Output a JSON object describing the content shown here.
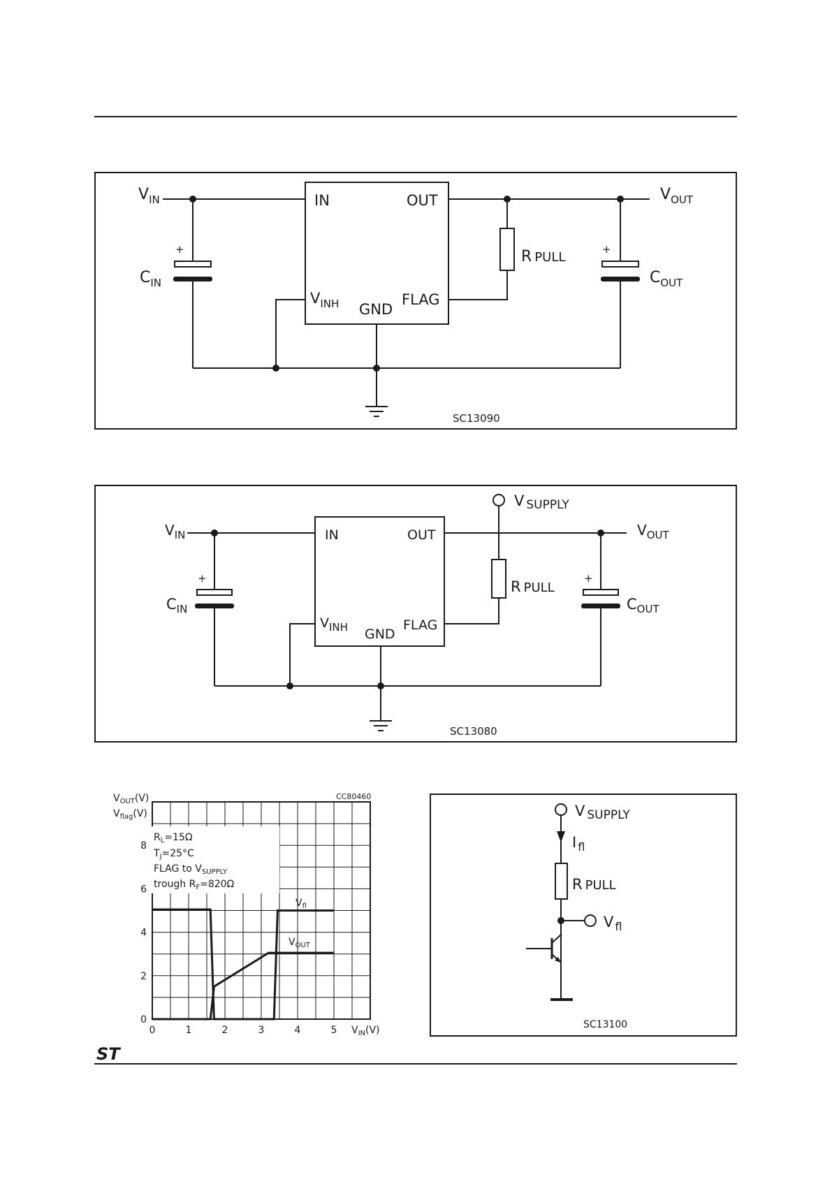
{
  "figure1": {
    "code": "SC13090",
    "vin": "V",
    "vin_sub": "IN",
    "vout": "V",
    "vout_sub": "OUT",
    "cin": "C",
    "cin_sub": "IN",
    "cout": "C",
    "cout_sub": "OUT",
    "rpull": "R",
    "rpull_sub": "PULL",
    "pin_in": "IN",
    "pin_out": "OUT",
    "pin_vinh": "V",
    "pin_vinh_sub": "INH",
    "pin_gnd": "GND",
    "pin_flag": "FLAG",
    "plus": "+"
  },
  "figure2": {
    "code": "SC13080",
    "vin": "V",
    "vin_sub": "IN",
    "vout": "V",
    "vout_sub": "OUT",
    "vsupply": "V",
    "vsupply_sub": "SUPPLY",
    "cin": "C",
    "cin_sub": "IN",
    "cout": "C",
    "cout_sub": "OUT",
    "rpull": "R",
    "rpull_sub": "PULL",
    "pin_in": "IN",
    "pin_out": "OUT",
    "pin_vinh": "V",
    "pin_vinh_sub": "INH",
    "pin_gnd": "GND",
    "pin_flag": "FLAG",
    "plus": "+"
  },
  "figure4": {
    "code": "SC13100",
    "vsupply": "V",
    "vsupply_sub": "SUPPLY",
    "ifl": "I",
    "ifl_sub": "fl",
    "rpull": "R",
    "rpull_sub": "PULL",
    "vfl": "V",
    "vfl_sub": "fl"
  },
  "chart_data": {
    "type": "line",
    "code": "CC80460",
    "ylabel_1": "V",
    "ylabel_1_sub": "OUT",
    "ylabel_1_unit": "(V)",
    "ylabel_2": "V",
    "ylabel_2_sub": "flag",
    "ylabel_2_unit": "(V)",
    "xlabel": "V",
    "xlabel_sub": "IN",
    "xlabel_unit": "(V)",
    "xlim": [
      0,
      6
    ],
    "ylim": [
      0,
      10
    ],
    "x_ticks": [
      "0",
      "1",
      "2",
      "3",
      "4",
      "5"
    ],
    "y_ticks": [
      "0",
      "2",
      "4",
      "6",
      "8"
    ],
    "conditions": {
      "rl": "R",
      "rl_sub": "L",
      "rl_val": "=15Ω",
      "tj": "T",
      "tj_sub": "J",
      "tj_val": "=25°C",
      "flag_line": "FLAG  to  V",
      "flag_sub": "SUPPLY",
      "trough_line": "trough  R",
      "trough_sub": "F",
      "trough_val": "=820Ω"
    },
    "series": [
      {
        "name": "V",
        "name_sub": "fl",
        "points": [
          [
            0,
            5.05
          ],
          [
            1.6,
            5.05
          ],
          [
            1.7,
            0
          ],
          [
            3.35,
            0
          ],
          [
            3.45,
            5.0
          ],
          [
            5.0,
            5.0
          ]
        ]
      },
      {
        "name": "V",
        "name_sub": "OUT",
        "points": [
          [
            0,
            0
          ],
          [
            1.6,
            0
          ],
          [
            1.7,
            1.5
          ],
          [
            3.2,
            3.05
          ],
          [
            5.0,
            3.05
          ]
        ]
      }
    ]
  },
  "footer": {
    "logo": "ST"
  }
}
